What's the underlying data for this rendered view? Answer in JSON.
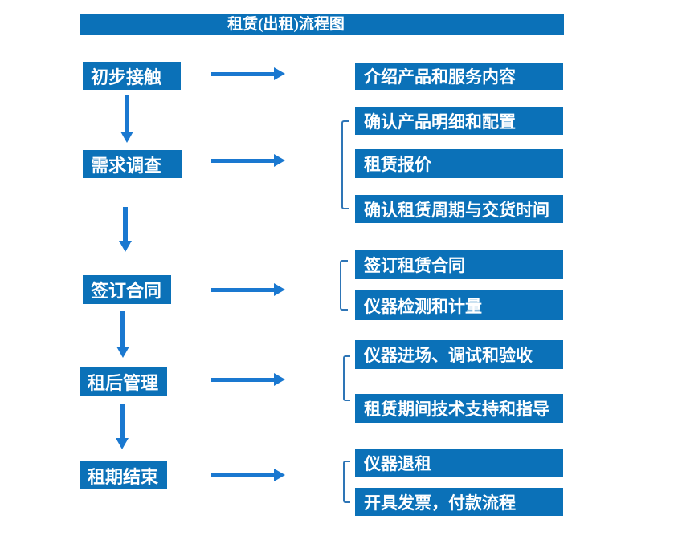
{
  "title": "租赁(出租)流程图",
  "colors": {
    "box": "#0b71b8",
    "arrow": "#1a78d0",
    "bracket": "#2e75b6",
    "text": "#ffffff"
  },
  "flow": {
    "steps": [
      {
        "label": "初步接触",
        "outputs": [
          "介绍产品和服务内容"
        ]
      },
      {
        "label": "需求调查",
        "outputs": [
          "确认产品明细和配置",
          "租赁报价",
          "确认租赁周期与交货时间"
        ]
      },
      {
        "label": "签订合同",
        "outputs": [
          "签订租赁合同",
          "仪器检测和计量"
        ]
      },
      {
        "label": "租后管理",
        "outputs": [
          "仪器进场、调试和验收",
          "租赁期间技术支持和指导"
        ]
      },
      {
        "label": "租期结束",
        "outputs": [
          "仪器退租",
          "开具发票，付款流程"
        ]
      }
    ]
  }
}
